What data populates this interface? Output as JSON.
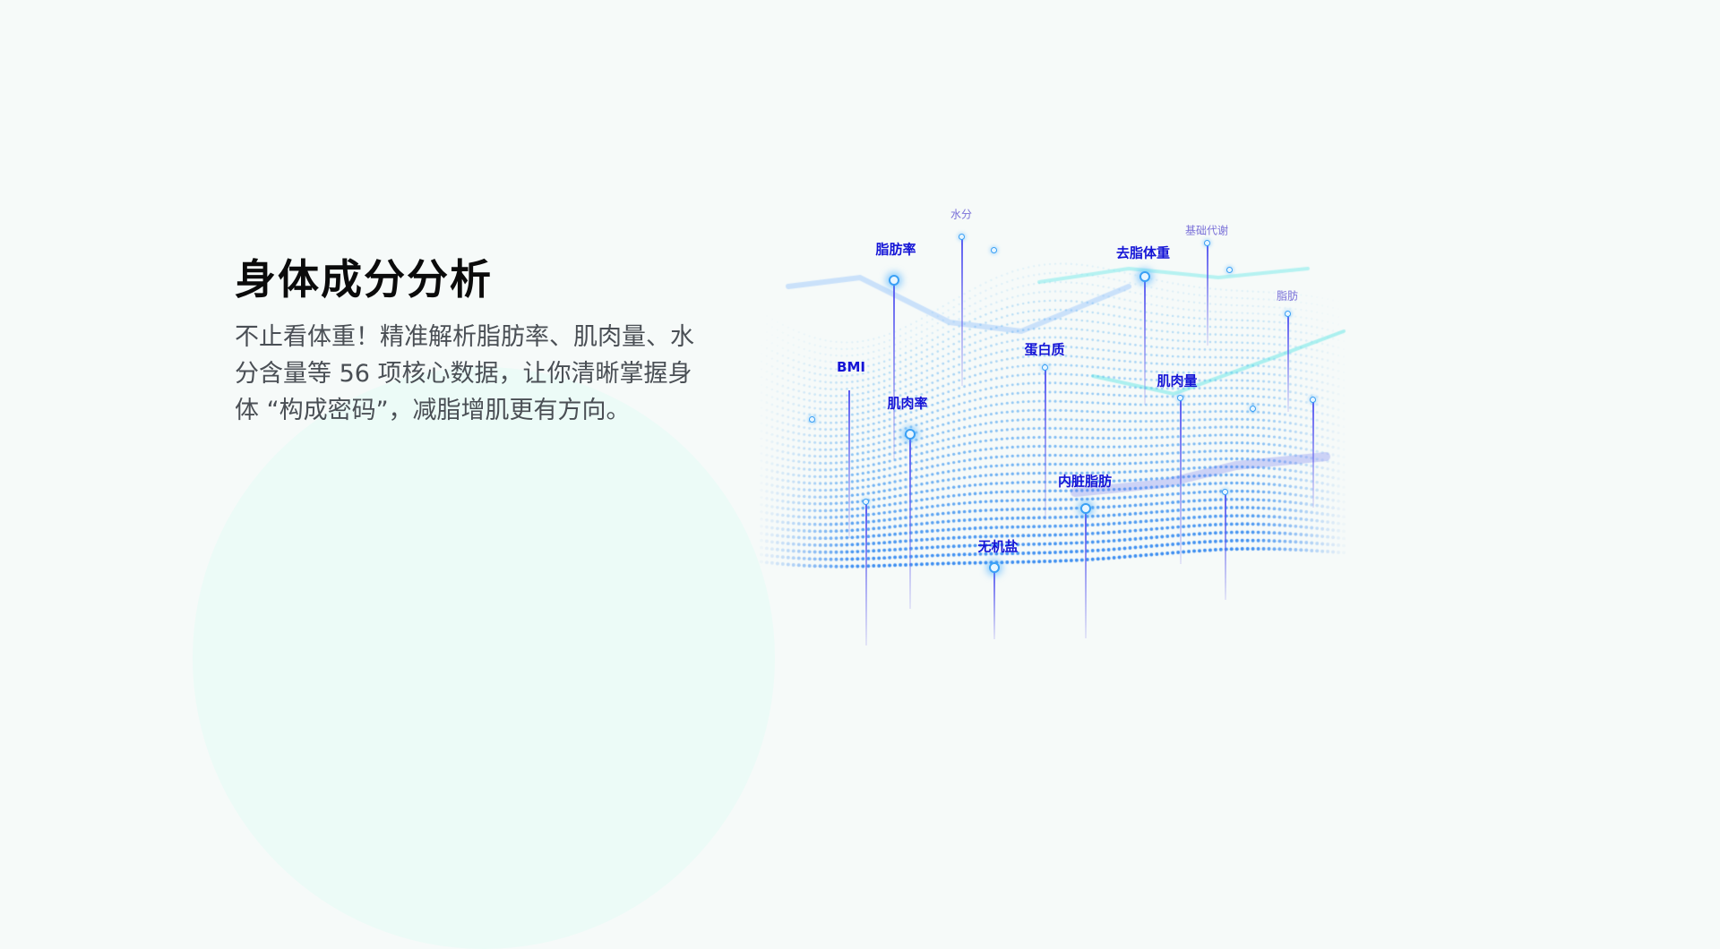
{
  "section": {
    "title": "身体成分分析",
    "description": "不止看体重！精准解析脂肪率、肌肉量、水分含量等 56 项核心数据，让你清晰掌握身体 “构成密码”，减脂增肌更有方向。"
  },
  "visual": {
    "labels": {
      "fat_rate": "脂肪率",
      "water": "水分",
      "bmr": "基础代谢",
      "lean_mass": "去脂体重",
      "fat": "脂肪",
      "bmi": "BMI",
      "protein": "蛋白质",
      "muscle_mass": "肌肉量",
      "muscle_rate": "肌肉率",
      "visceral_fat": "内脏脂肪",
      "minerals": "无机盐"
    },
    "colors": {
      "label": "#1414d6",
      "label_small": "#7a70d8",
      "dot": "#2f8cf0",
      "glow": "#3fe0e0"
    }
  }
}
